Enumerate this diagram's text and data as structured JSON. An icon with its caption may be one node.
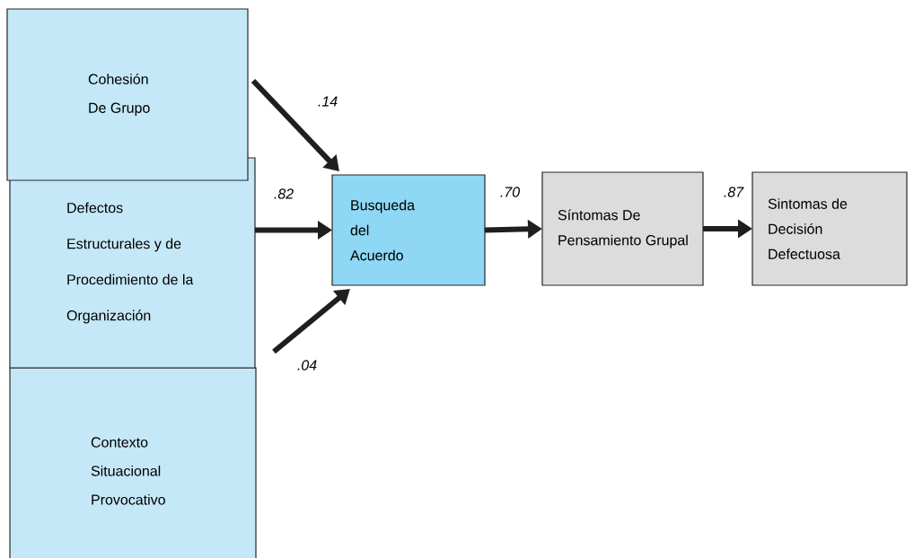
{
  "diagram": {
    "nodes": [
      {
        "text": [
          "Cohesión De Grupo"
        ]
      },
      {
        "text": [
          "Defectos Estructurales y de Procedimiento de la Organización"
        ]
      },
      {
        "text": [
          "Contexto Situacional Provocativo"
        ]
      },
      {
        "text": [
          "Busqueda del Acuerdo"
        ]
      },
      {
        "text": [
          "Síntomas De Pensamiento Grupal"
        ]
      },
      {
        "text": [
          "Sintomas de Decisión Defectuosa"
        ]
      }
    ],
    "edges": [
      {
        "from": 0,
        "to": 3,
        "arrow": "to",
        "label": ".14"
      },
      {
        "from": 1,
        "to": 3,
        "arrow": "to",
        "label": ".82"
      },
      {
        "from": null,
        "to": 3,
        "arrow": "to",
        "label": ".04"
      },
      {
        "from": 3,
        "to": 4,
        "arrow": "to",
        "label": ".70"
      },
      {
        "from": 4,
        "to": 5,
        "arrow": "to",
        "label": ".87"
      }
    ]
  }
}
